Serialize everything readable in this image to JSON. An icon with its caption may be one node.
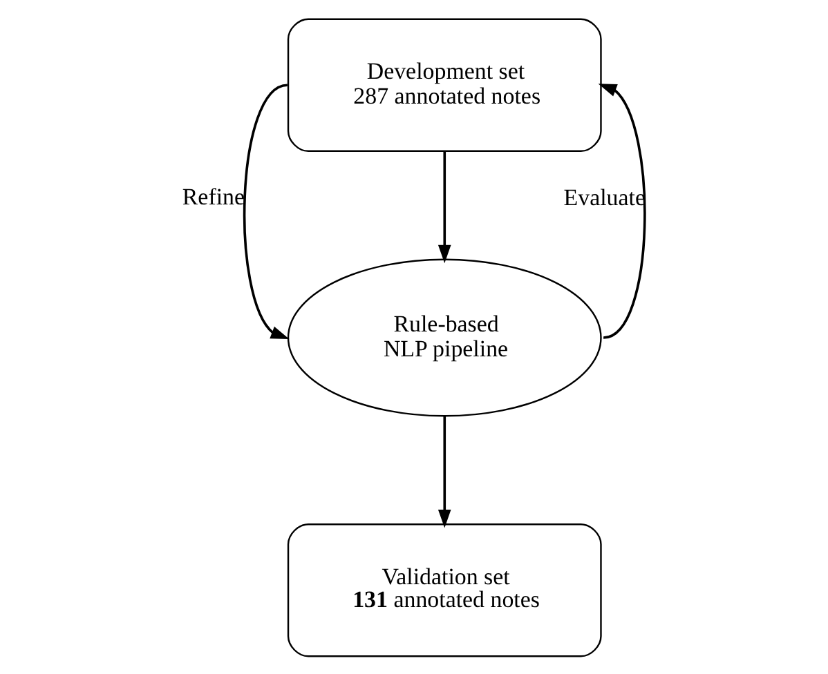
{
  "diagram": {
    "nodes": [
      {
        "text": [
          "Development set",
          "287 annotated notes"
        ]
      },
      {
        "text": [
          "Rule-based",
          "NLP pipeline"
        ]
      },
      {
        "text": [
          "Validation set",
          "**131** annotated notes"
        ]
      }
    ],
    "edges": [
      {
        "from": 0,
        "to": 1,
        "arrow": "to"
      },
      {
        "from": 0,
        "to": 1,
        "arrow": "to",
        "label": "Refine"
      },
      {
        "from": 1,
        "to": 0,
        "arrow": "to",
        "label": "Evaluate"
      },
      {
        "from": 1,
        "to": 2,
        "arrow": "to"
      }
    ]
  }
}
